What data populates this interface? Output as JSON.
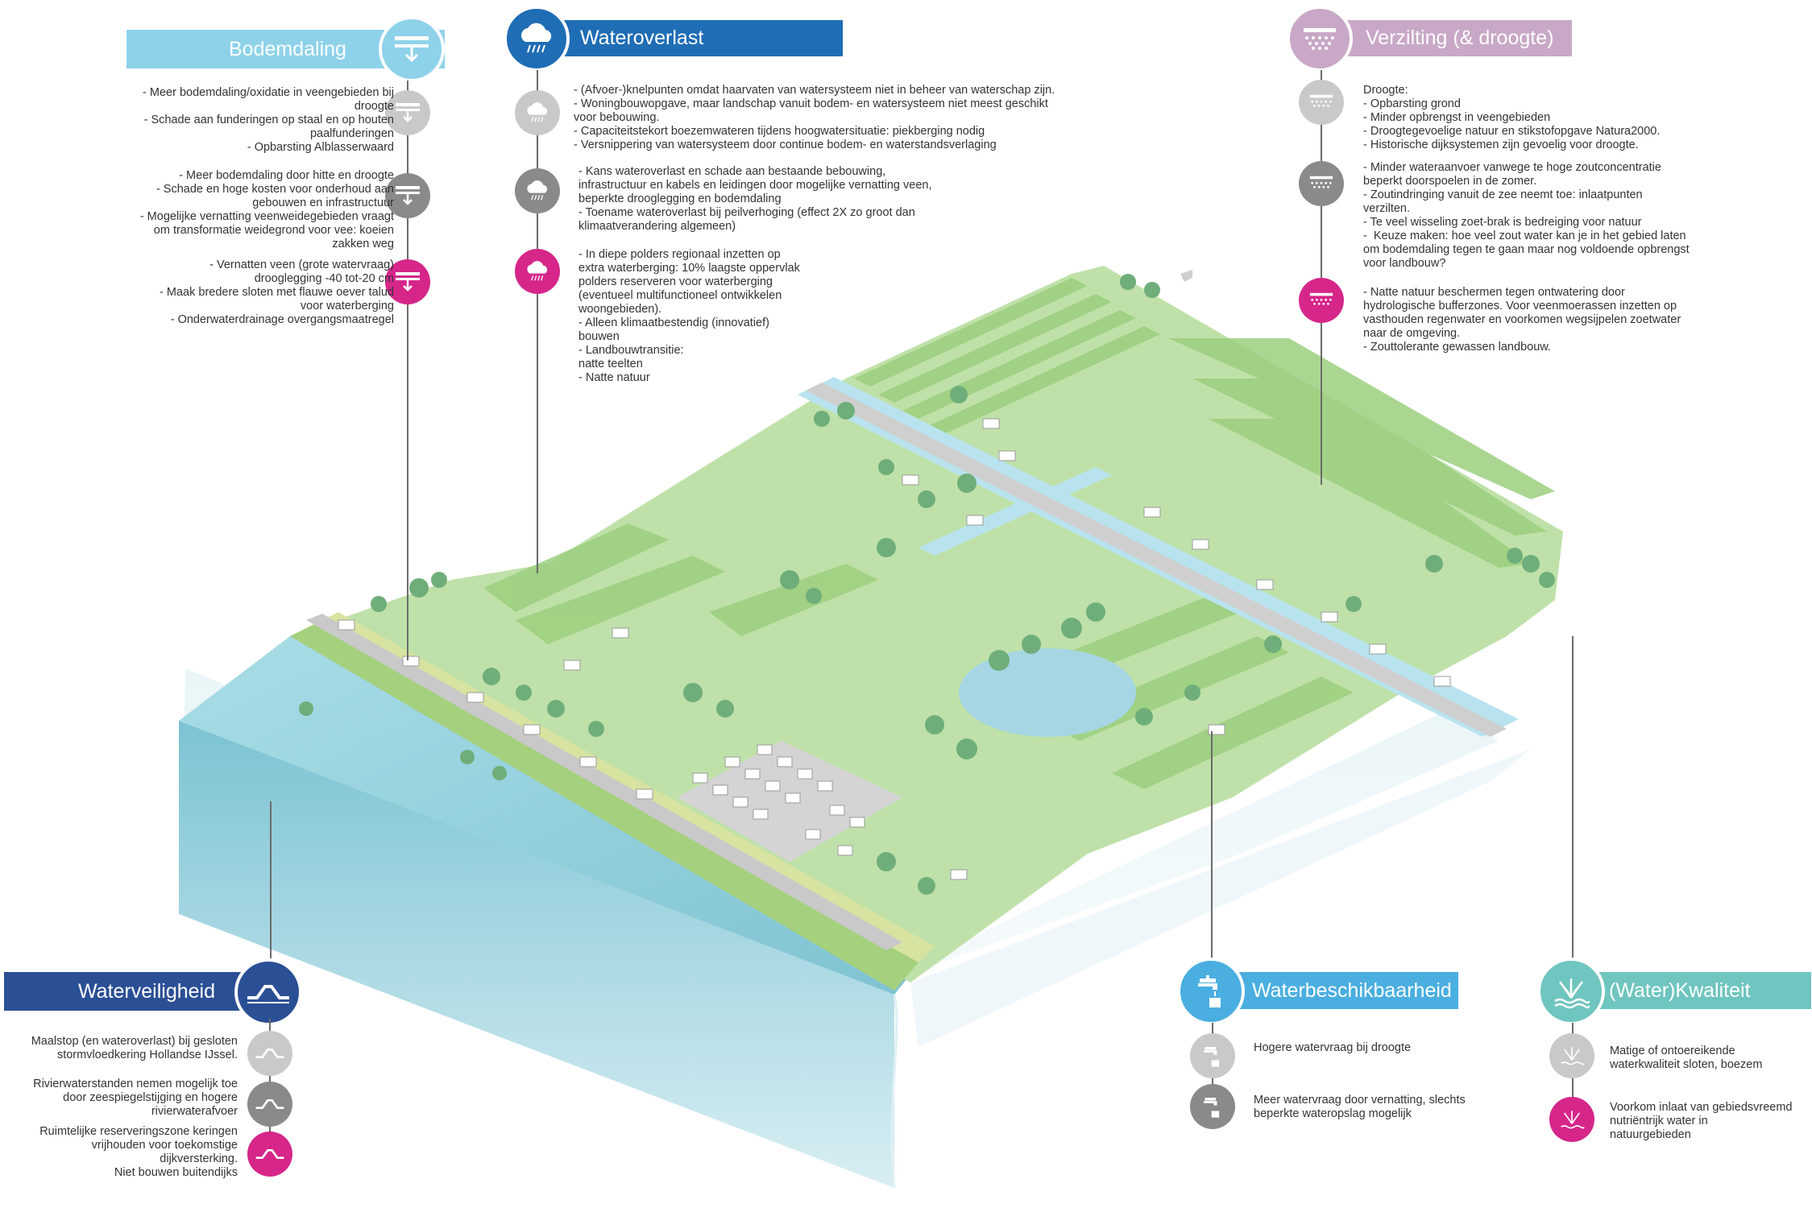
{
  "colors": {
    "bodemdaling": "#8ed2ea",
    "wateroverlast": "#1f6db5",
    "verzilting": "#c8a8c6",
    "waterveiligheid": "#2b4f95",
    "waterbeschikbaarheid": "#4aaee0",
    "kwaliteit": "#6fc5bf",
    "grey_light": "#c9c9c9",
    "grey_dark": "#8a8a8a",
    "magenta": "#d6268a"
  },
  "bodemdaling": {
    "title": "Bodemdaling",
    "icon": "soil-subsidence-icon",
    "items": [
      "- Meer bodemdaling/oxidatie in veengebieden bij\ndroogte\n- Schade aan funderingen op staal en op houten\npaalfunderingen\n- Opbarsting Alblasserwaard",
      "- Meer bodemdaling door hitte en droogte\n- Schade en hoge kosten voor onderhoud aan\ngebouwen en infrastructuur\n- Mogelijke vernatting veenweidegebieden vraagt\nom transformatie weidegrond voor vee: koeien\nzakken weg",
      "- Vernatten veen (grote watervraag)\ndrooglegging -40 tot-20 cm\n- Maak bredere sloten met flauwe oever talud\nvoor waterberging\n- Onderwaterdrainage overgangsmaatregel"
    ]
  },
  "wateroverlast": {
    "title": "Wateroverlast",
    "icon": "rain-cloud-icon",
    "items": [
      "- (Afvoer-)knelpunten omdat haarvaten van watersysteem niet in beheer van waterschap zijn.\n- Woningbouwopgave, maar landschap vanuit bodem- en watersysteem niet meest geschikt\nvoor bebouwing.\n- Capaciteitstekort boezemwateren tijdens hoogwatersituatie: piekberging nodig\n- Versnippering van watersysteem door continue bodem- en waterstandsverlaging",
      "- Kans wateroverlast en schade aan bestaande bebouwing,\ninfrastructuur en kabels en leidingen door mogelijke vernatting veen,\nbeperkte drooglegging en bodemdaling\n- Toename wateroverlast bij peilverhoging (effect 2X zo groot dan\nklimaatverandering algemeen)",
      "- In diepe polders regionaal inzetten op\nextra waterberging: 10% laagste oppervlak\npolders reserveren voor waterberging\n(eventueel multifunctioneel ontwikkelen\nwoongebieden).\n- Alleen klimaatbestendig (innovatief)\nbouwen\n- Landbouwtransitie:\nnatte teelten\n- Natte natuur"
    ]
  },
  "verzilting": {
    "title": "Verzilting (& droogte)",
    "icon": "salt-drops-icon",
    "items": [
      "Droogte:\n- Opbarsting grond\n- Minder opbrengst in veengebieden\n- Droogtegevoelige natuur en stikstofopgave Natura2000.\n- Historische dijksystemen zijn gevoelig voor droogte.",
      "- Minder wateraanvoer vanwege te hoge zoutconcentratie\nbeperkt doorspoelen in de zomer.\n- Zoutindringing vanuit de zee neemt toe: inlaatpunten\nverzilten.\n- Te veel wisseling zoet-brak is bedreiging voor natuur\n-  Keuze maken: hoe veel zout water kan je in het gebied laten\nom bodemdaling tegen te gaan maar nog voldoende opbrengst\nvoor landbouw?",
      "- Natte natuur beschermen tegen ontwatering door\nhydrologische bufferzones. Voor veenmoerassen inzetten op\nvasthouden regenwater en voorkomen wegsijpelen zoetwater\nnaar de omgeving.\n- Zouttolerante gewassen landbouw."
    ]
  },
  "waterveiligheid": {
    "title": "Waterveiligheid",
    "icon": "dike-icon",
    "items": [
      "Maalstop (en wateroverlast) bij gesloten\nstormvloedkering Hollandse IJssel.",
      "Rivierwaterstanden nemen mogelijk toe\ndoor zeespiegelstijging en hogere\nrivierwaterafvoer",
      "Ruimtelijke reserveringszone keringen\nvrijhouden voor toekomstige\ndijkversterking.\nNiet bouwen buitendijks"
    ]
  },
  "waterbeschikbaarheid": {
    "title": "Waterbeschikbaarheid",
    "icon": "water-tap-icon",
    "items": [
      "Hogere watervraag bij droogte",
      "Meer watervraag door vernatting, slechts\nbeperkte wateropslag mogelijk"
    ]
  },
  "kwaliteit": {
    "title": "(Water)Kwaliteit",
    "icon": "water-plant-icon",
    "items": [
      "Matige of ontoereikende\nwaterkwaliteit sloten, boezem",
      "Voorkom inlaat van gebiedsvreemd\nnutriëntrijk water in\nnatuurgebieden"
    ]
  }
}
